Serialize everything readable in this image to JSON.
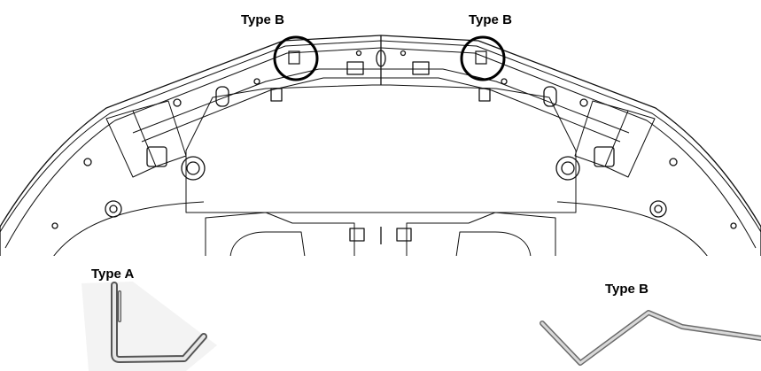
{
  "labels": {
    "callout_left": "Type B",
    "callout_right": "Type B",
    "clip_a": "Type A",
    "clip_b": "Type B"
  },
  "colors": {
    "line": "#111111",
    "clip_outline": "#555555",
    "clip_fill": "#d9d9d9",
    "callout": "#000000"
  }
}
